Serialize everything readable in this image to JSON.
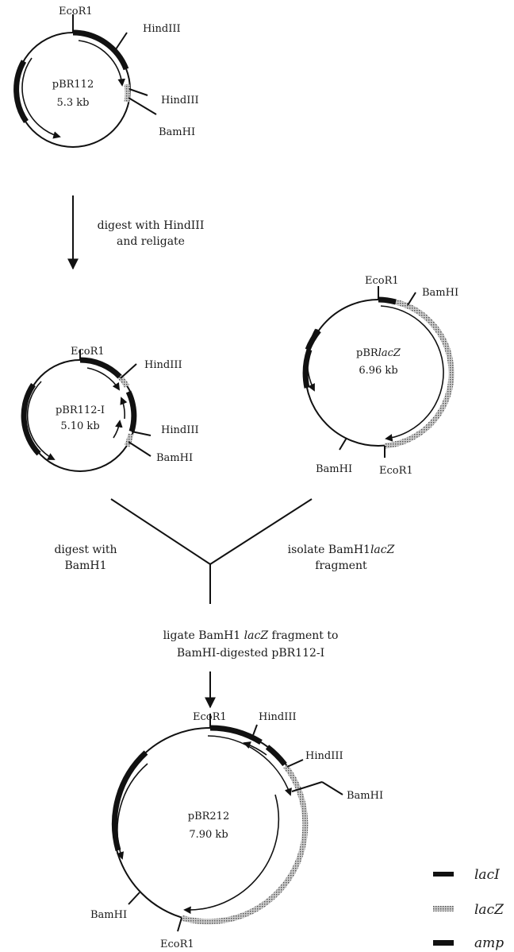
{
  "plasmids": {
    "pbr112": {
      "name": "pBR112",
      "size": "5.3 kb"
    },
    "pbr112i": {
      "name": "pBR112-I",
      "size": "5.10 kb"
    },
    "pbrlacz": {
      "name_prefix": "pBR",
      "name_italic": "lacZ",
      "size": "6.96 kb"
    },
    "pbr212": {
      "name": "pBR212",
      "size": "7.90 kb"
    }
  },
  "sites": {
    "ecor1": "EcoR1",
    "hindiii": "HindIII",
    "bamhi": "BamHI"
  },
  "steps": {
    "step1_line1": "digest with HindIII",
    "step1_line2": "and religate",
    "step2_left_line1": "digest with",
    "step2_left_line2": "BamH1",
    "step2_right_line1_prefix": "isolate  BamH1",
    "step2_right_line1_italic": "lacZ",
    "step2_right_line2": "fragment",
    "step3_line1_prefix": "ligate BamH1 ",
    "step3_line1_italic": "lacZ",
    "step3_line1_suffix": "  fragment to",
    "step3_line2": "BamHI-digested pBR112-I"
  },
  "legend": [
    {
      "label": "lacI",
      "style": "solid"
    },
    {
      "label": "lacZ",
      "style": "hatched"
    },
    {
      "label": "amp",
      "style": "solid"
    }
  ],
  "colors": {
    "ink": "#111111",
    "hatch_light": "#c8c8c8",
    "background": "#ffffff"
  }
}
